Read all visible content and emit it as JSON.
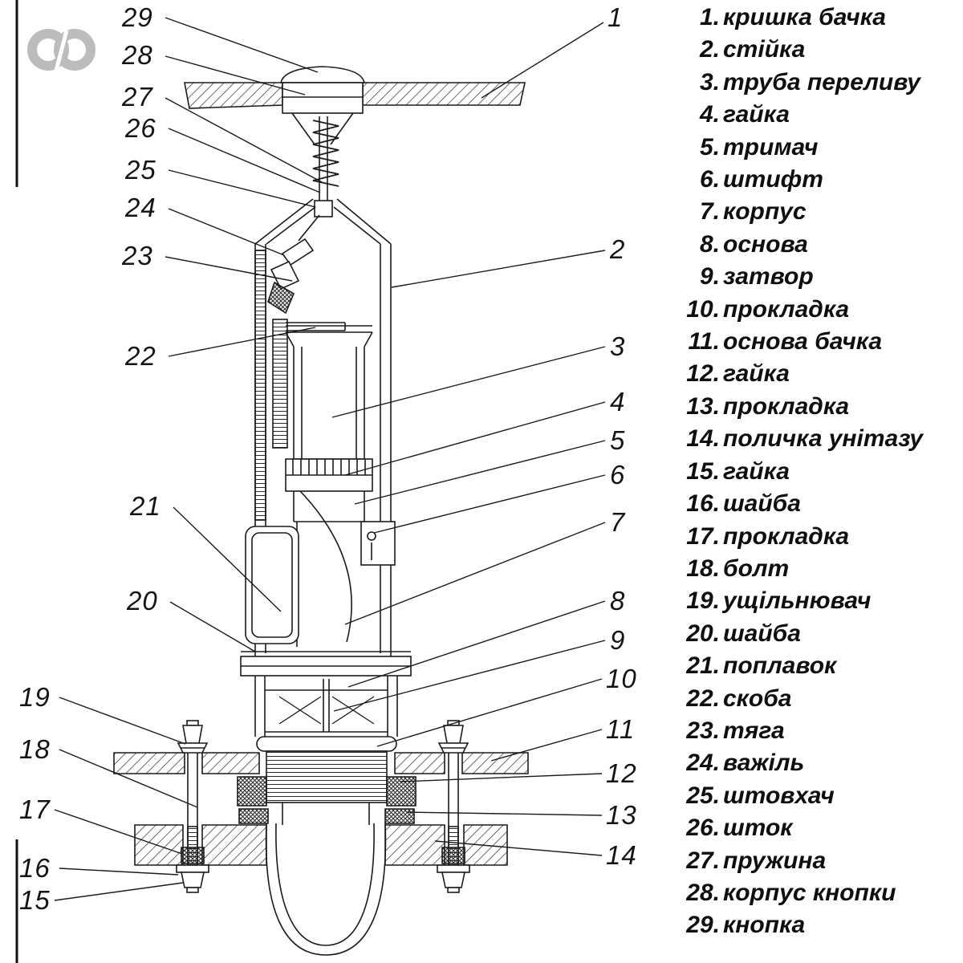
{
  "page": {
    "background": "#ffffff",
    "line_color": "#1b1b1b",
    "logo_color": "#bcbcbc"
  },
  "parts_list": [
    {
      "num": "1.",
      "label": "кришка бачка"
    },
    {
      "num": "2.",
      "label": "стійка"
    },
    {
      "num": "3.",
      "label": "труба переливу"
    },
    {
      "num": "4.",
      "label": "гайка"
    },
    {
      "num": "5.",
      "label": "тримач"
    },
    {
      "num": "6.",
      "label": "штифт"
    },
    {
      "num": "7.",
      "label": "корпус"
    },
    {
      "num": "8.",
      "label": "основа"
    },
    {
      "num": "9.",
      "label": "затвор"
    },
    {
      "num": "10.",
      "label": "прокладка"
    },
    {
      "num": "11.",
      "label": "основа бачка"
    },
    {
      "num": "12.",
      "label": "гайка"
    },
    {
      "num": "13.",
      "label": "прокладка"
    },
    {
      "num": "14.",
      "label": "поличка унітазу"
    },
    {
      "num": "15.",
      "label": "гайка"
    },
    {
      "num": "16.",
      "label": "шайба"
    },
    {
      "num": "17.",
      "label": "прокладка"
    },
    {
      "num": "18.",
      "label": "болт"
    },
    {
      "num": "19.",
      "label": "ущільнювач"
    },
    {
      "num": "20.",
      "label": "шайба"
    },
    {
      "num": "21.",
      "label": "поплавок"
    },
    {
      "num": "22.",
      "label": "скоба"
    },
    {
      "num": "23.",
      "label": "тяга"
    },
    {
      "num": "24.",
      "label": "важіль"
    },
    {
      "num": "25.",
      "label": "штовхач"
    },
    {
      "num": "26.",
      "label": "шток"
    },
    {
      "num": "27.",
      "label": "пружина"
    },
    {
      "num": "28.",
      "label": "корпус кнопки"
    },
    {
      "num": "29.",
      "label": "кнопка"
    }
  ],
  "callouts": {
    "left": [
      "29",
      "28",
      "27",
      "26",
      "25",
      "24",
      "23",
      "22",
      "21",
      "20",
      "19",
      "18",
      "17",
      "16",
      "15"
    ],
    "right": [
      "1",
      "2",
      "3",
      "4",
      "5",
      "6",
      "7",
      "8",
      "9",
      "10",
      "11",
      "12",
      "13",
      "14"
    ]
  }
}
